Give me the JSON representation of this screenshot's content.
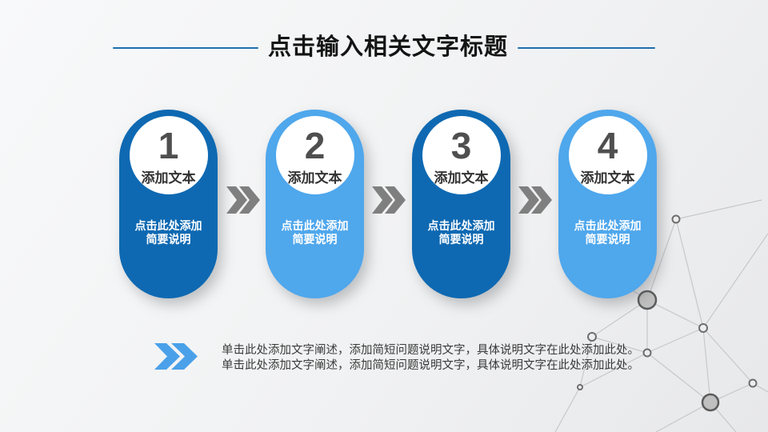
{
  "slide": {
    "title": "点击输入相关文字标题"
  },
  "steps": [
    {
      "number": "1",
      "circle_label": "添加文本",
      "desc_line1": "点击此处添加",
      "desc_line2": "简要说明",
      "fill": "#0e69b2"
    },
    {
      "number": "2",
      "circle_label": "添加文本",
      "desc_line1": "点击此处添加",
      "desc_line2": "简要说明",
      "fill": "#4fa7ec"
    },
    {
      "number": "3",
      "circle_label": "添加文本",
      "desc_line1": "点击此处添加",
      "desc_line2": "简要说明",
      "fill": "#0e69b2"
    },
    {
      "number": "4",
      "circle_label": "添加文本",
      "desc_line1": "点击此处添加",
      "desc_line2": "简要说明",
      "fill": "#4fa7ec"
    }
  ],
  "footer": {
    "line1": "单击此处添加文字阐述，添加简短问题说明文字，具体说明文字在此处添加此处。",
    "line2": "单击此处添加文字阐述，添加简短问题说明文字，具体说明文字在此处添加此处。"
  },
  "icons": {
    "step_arrow": "double-chevron-right",
    "footer_bullet": "double-chevron-right"
  },
  "colors": {
    "accent_line": "#1d6eb0",
    "step_dark": "#0e69b2",
    "step_light": "#4fa7ec",
    "arrow_gray": "#7f7f7f",
    "footer_chevron": "#4aa1e9",
    "number_gray": "#4f4f4f",
    "body_text": "#3a3a3a",
    "white_text": "#ffffff"
  }
}
